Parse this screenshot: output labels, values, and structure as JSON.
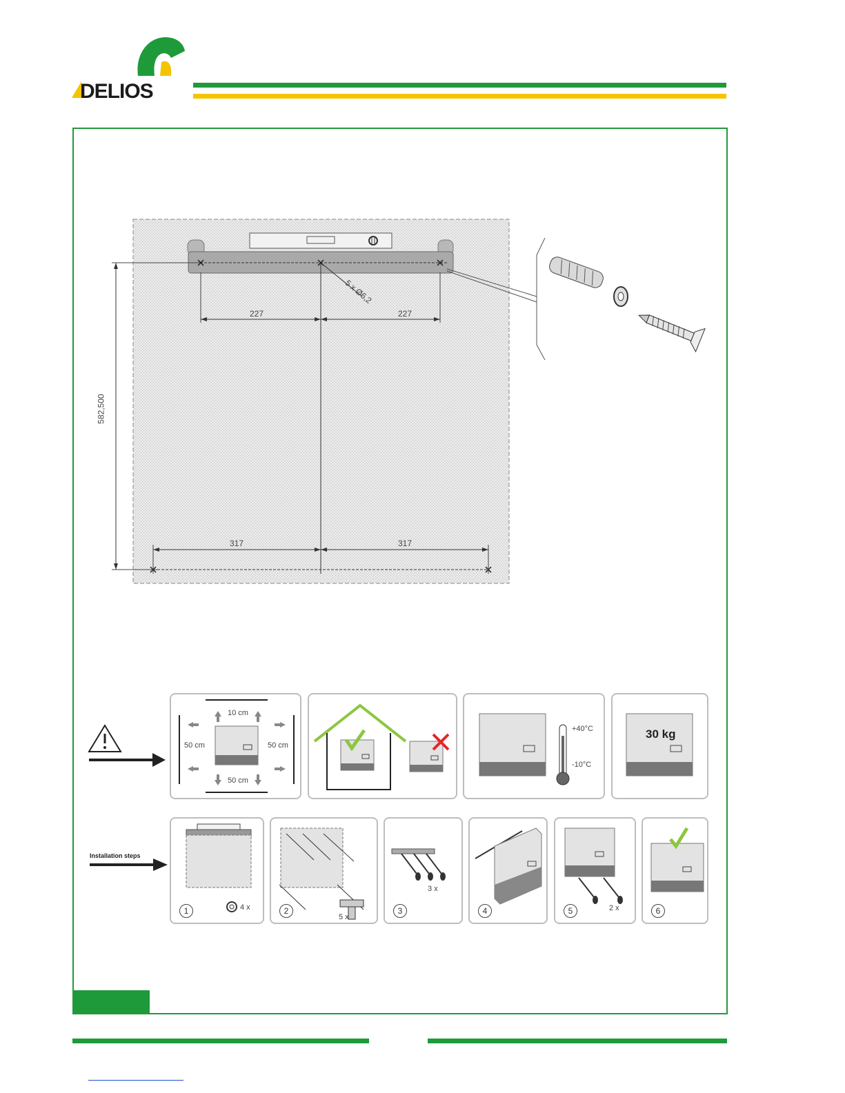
{
  "brand": {
    "name": "DELIOS",
    "green": "#1f9a3a",
    "yellow": "#f5c400"
  },
  "plan": {
    "hole_spec": "5 x Ø6,2",
    "dim_top_left": "227",
    "dim_top_right": "227",
    "dim_bottom_left": "317",
    "dim_bottom_right": "317",
    "dim_vertical": "582,500"
  },
  "warning": {
    "clearance_top": "10 cm",
    "clearance_left": "50 cm",
    "clearance_right": "50 cm",
    "clearance_bottom": "50 cm",
    "temp_max": "+40°C",
    "temp_min": "-10°C",
    "weight": "30 kg"
  },
  "steps": {
    "label": "Installation steps",
    "step1_qty": "4 x",
    "step2_qty": "5 x",
    "step3_qty": "3 x",
    "step5_qty": "2 x",
    "numbers": [
      "1",
      "2",
      "3",
      "4",
      "5",
      "6"
    ]
  }
}
